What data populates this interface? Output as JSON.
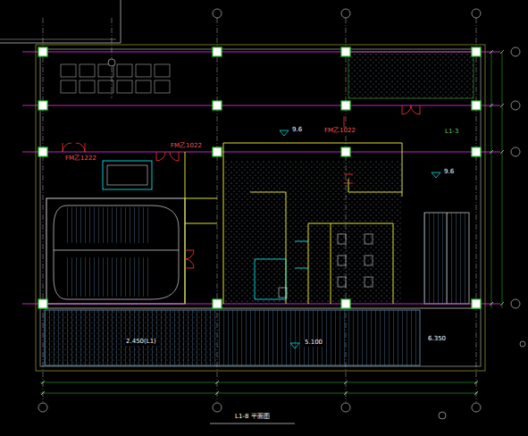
{
  "diagram": {
    "title": "L1-8 平面图",
    "labels": [
      "FM乙1222",
      "9.6",
      "9.6",
      "5.100",
      "6.350",
      "2.450(L1)",
      "L1-3",
      "FM乙1022",
      "FM乙1022"
    ]
  }
}
